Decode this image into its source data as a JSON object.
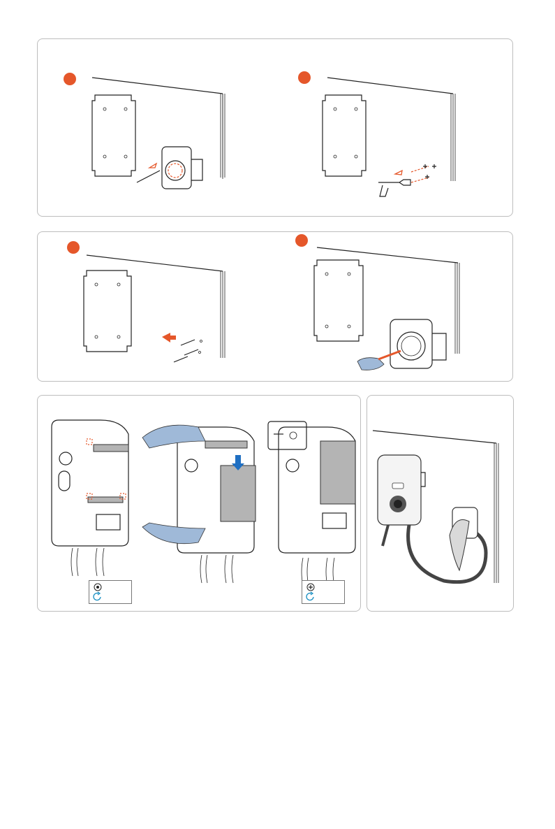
{
  "steps": [
    {
      "id": 1
    },
    {
      "id": 2
    },
    {
      "id": 3
    },
    {
      "id": 4
    }
  ],
  "colors": {
    "accent": "#e5572a",
    "arrow_blue": "#1f6fc2",
    "glove": "#9fb9d8",
    "panel_border": "#bdbdbd",
    "plate_gray": "#b4b4b4"
  },
  "icons": {
    "rotate_tool_1": "torx-bit-rotate-icon",
    "rotate_tool_2": "phillips-bit-rotate-icon"
  },
  "charger_brand_text": ""
}
